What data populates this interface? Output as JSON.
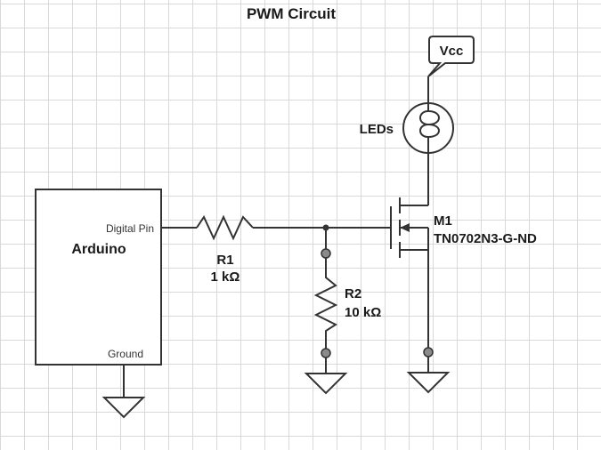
{
  "title": "PWM Circuit",
  "arduino": {
    "name": "Arduino",
    "pin_digital": "Digital Pin",
    "pin_ground": "Ground"
  },
  "r1": {
    "ref": "R1",
    "value": "1 kΩ"
  },
  "r2": {
    "ref": "R2",
    "value": "10 kΩ"
  },
  "mosfet": {
    "ref": "M1",
    "part": "TN0702N3-G-ND"
  },
  "leds": {
    "label": "LEDs"
  },
  "vcc": {
    "label": "Vcc"
  }
}
